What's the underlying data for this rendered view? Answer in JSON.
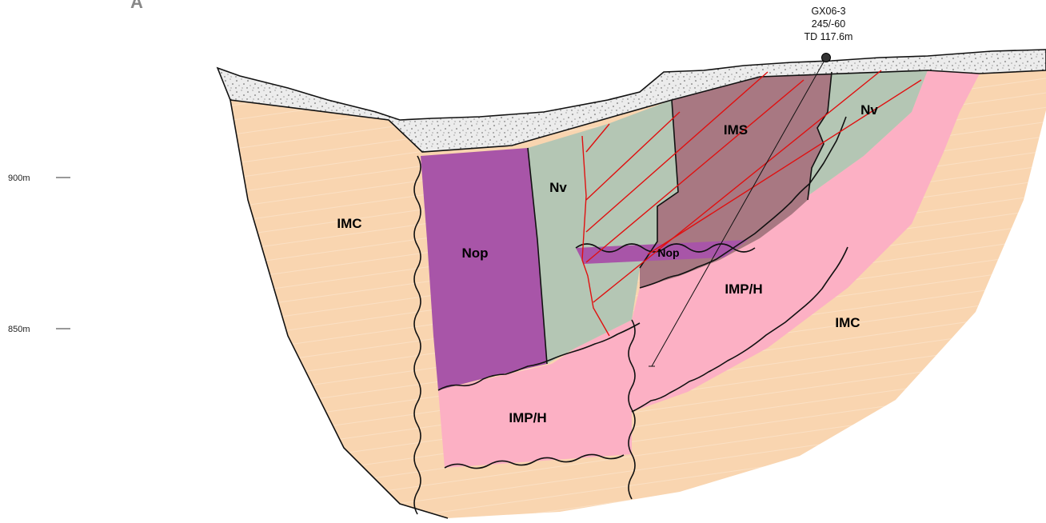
{
  "panel_label": "A",
  "elevation_ticks": [
    {
      "label": "900m"
    },
    {
      "label": "850m"
    }
  ],
  "drillhole": {
    "name": "GX06-3",
    "orientation": "245/-60",
    "total_depth": "TD 117.6m"
  },
  "units": {
    "imc_left": "IMC",
    "imc_right": "IMC",
    "nop_main": "Nop",
    "nop_small": "Nop",
    "nv_left": "Nv",
    "nv_right": "Nv",
    "ims": "IMS",
    "imph_upper": "IMP/H",
    "imph_lower": "IMP/H"
  },
  "colors": {
    "imc": "#f9d5b0",
    "nop": "#a855a8",
    "nv": "#b4c6b4",
    "ims": "#a87882",
    "imph": "#fcb0c4",
    "overburden": "#e6e6e6",
    "veins": "#e01010"
  }
}
